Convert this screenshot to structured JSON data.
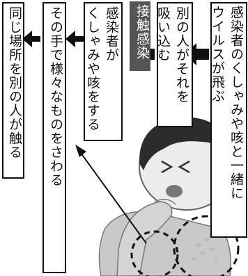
{
  "label": "接触感染",
  "boxes": {
    "virus": "感染者のくしゃみや咳と一緒に\nウイルスが飛ぶ",
    "inhale": "別の人がそれを\n吸い込む",
    "contact": "感染者が\nくしゃみや咳をする",
    "hands": "その手で様々なものをさわる",
    "touch": "同じ場所を別の人が触る"
  },
  "colors": {
    "label_bg": "#555555",
    "arrow": "#111111"
  },
  "icons": [
    "coughing-person-illustration",
    "dashed-circle-icon"
  ]
}
